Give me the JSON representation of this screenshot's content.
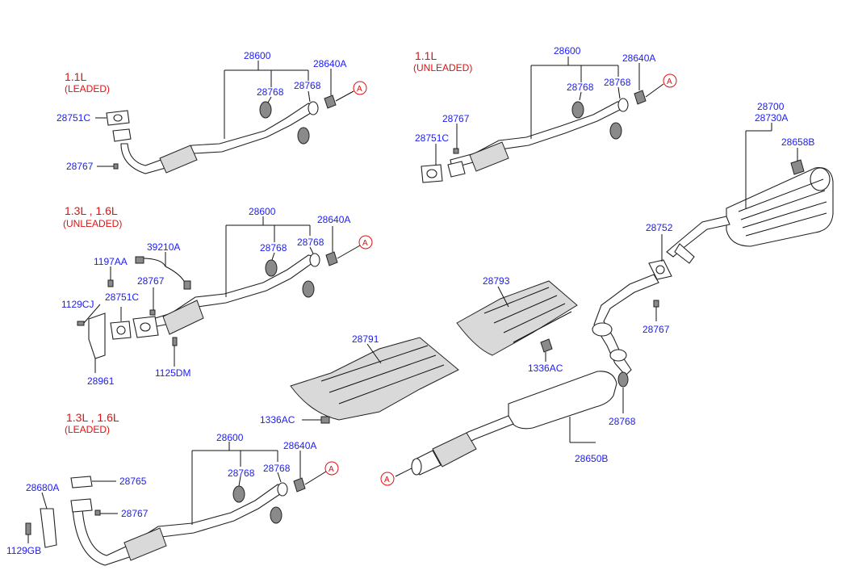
{
  "groups": {
    "g1": {
      "engine": "1.1L",
      "fuel": "(LEADED)"
    },
    "g2": {
      "engine": "1.1L",
      "fuel": "(UNLEADED)"
    },
    "g3": {
      "engine": "1.3L , 1.6L",
      "fuel": "(UNLEADED)"
    },
    "g4": {
      "engine": "1.3L , 1.6L",
      "fuel": "(LEADED)"
    }
  },
  "labels": {
    "g1_28600": "28600",
    "g1_28768a": "28768",
    "g1_28768b": "28768",
    "g1_28640A": "28640A",
    "g1_28751C": "28751C",
    "g1_28767": "28767",
    "g2_28600": "28600",
    "g2_28768a": "28768",
    "g2_28768b": "28768",
    "g2_28640A": "28640A",
    "g2_28767": "28767",
    "g2_28751C": "28751C",
    "g3_28600": "28600",
    "g3_28768a": "28768",
    "g3_28768b": "28768",
    "g3_28640A": "28640A",
    "g3_39210A": "39210A",
    "g3_1197AA": "1197AA",
    "g3_28767": "28767",
    "g3_1129CJ": "1129CJ",
    "g3_28751C": "28751C",
    "g3_28961": "28961",
    "g3_1125DM": "1125DM",
    "g4_28600": "28600",
    "g4_28768a": "28768",
    "g4_28768b": "28768",
    "g4_28640A": "28640A",
    "g4_28680A": "28680A",
    "g4_28765": "28765",
    "g4_28767": "28767",
    "g4_1129GB": "1129GB",
    "m_28700": "28700",
    "m_28730A": "28730A",
    "m_28658B": "28658B",
    "m_28752": "28752",
    "m_28767": "28767",
    "m_28793": "28793",
    "m_1336AC_a": "1336AC",
    "m_28791": "28791",
    "m_1336AC_b": "1336AC",
    "m_28768": "28768",
    "m_28650B": "28650B"
  },
  "connector": "A"
}
